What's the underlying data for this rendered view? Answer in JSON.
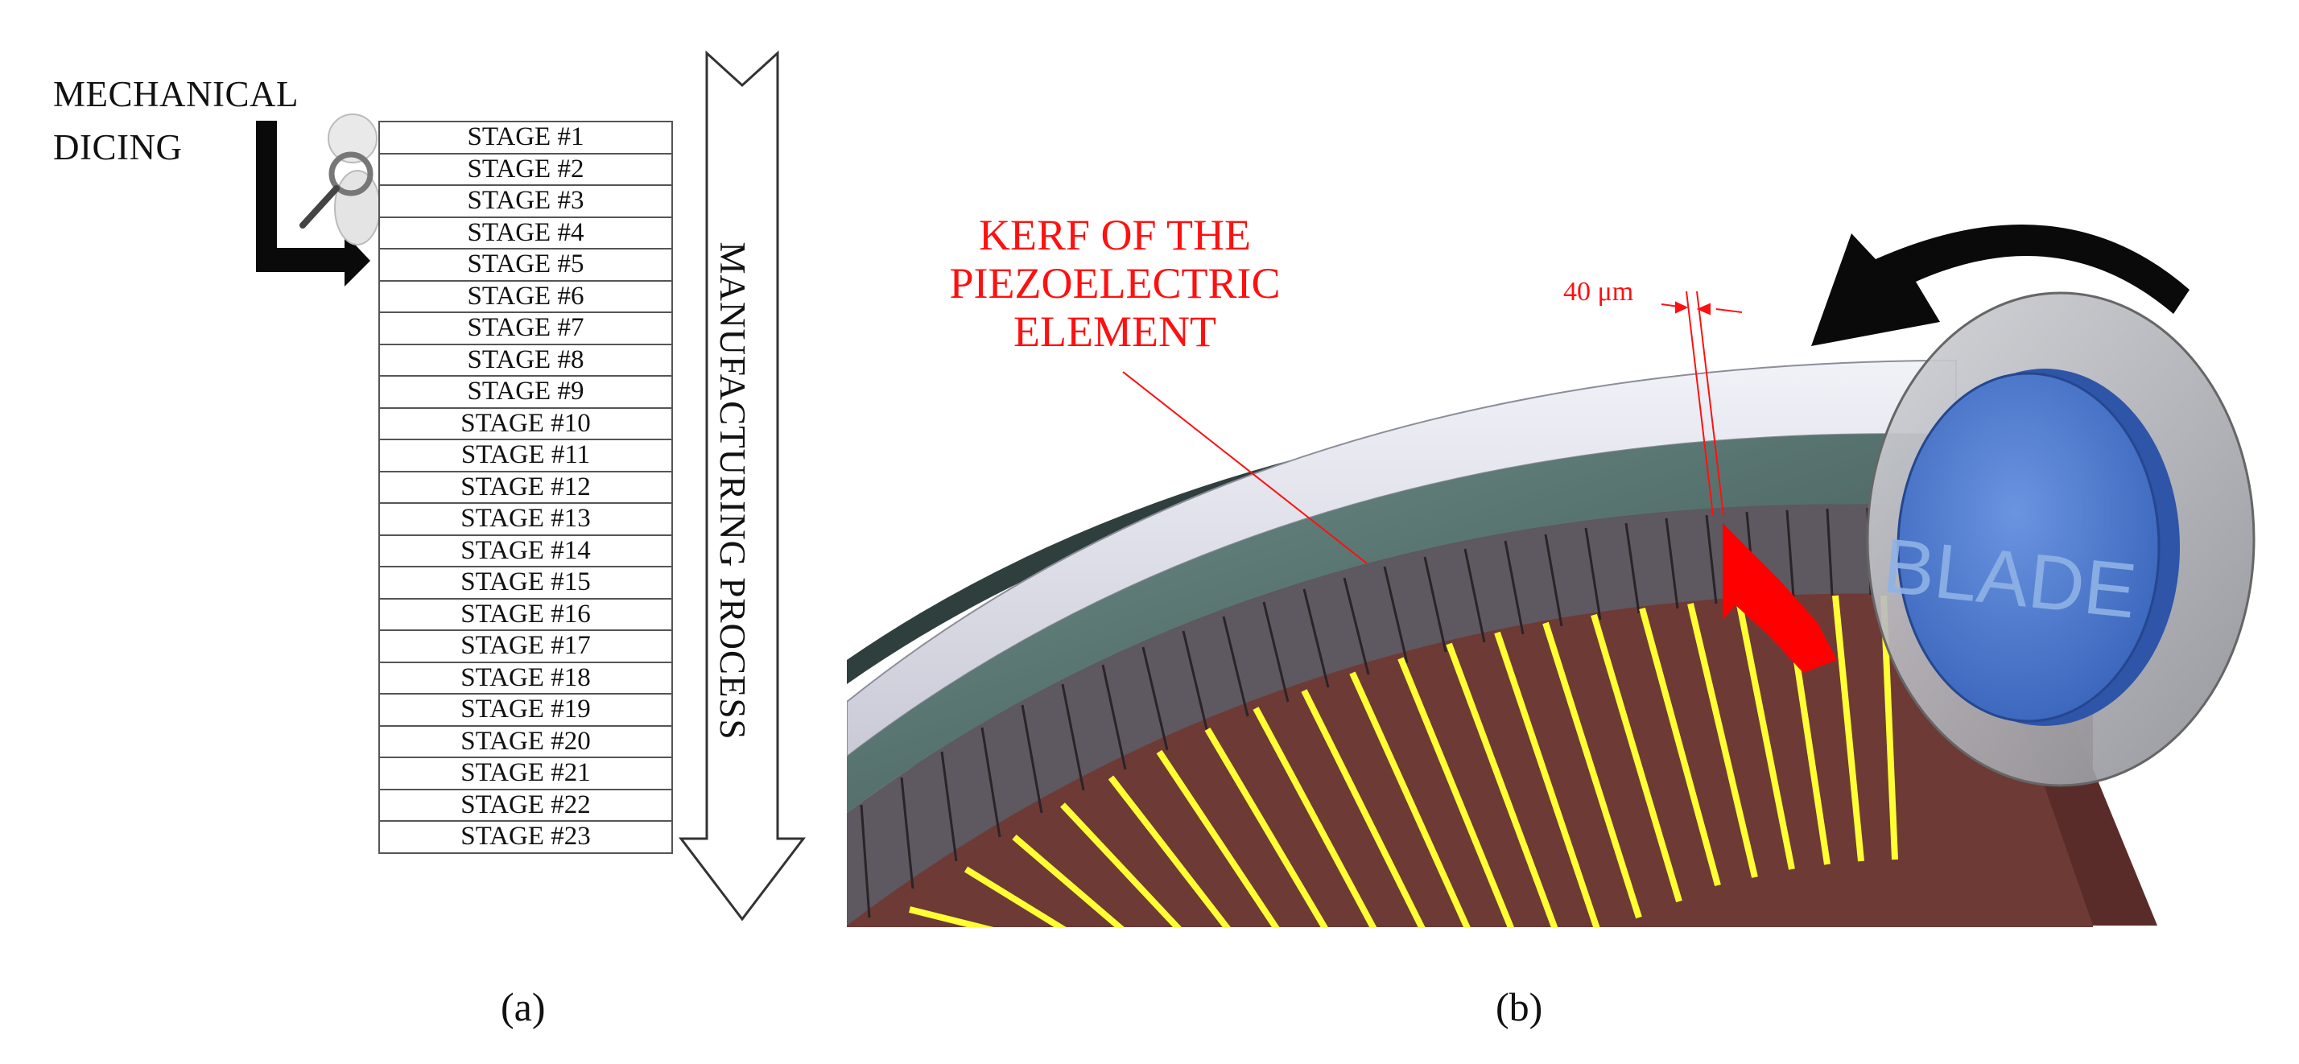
{
  "panel_a": {
    "mechanical_label": [
      "MECHANICAL",
      "DICING"
    ],
    "stages": [
      "STAGE #1",
      "STAGE #2",
      "STAGE #3",
      "STAGE #4",
      "STAGE #5",
      "STAGE #6",
      "STAGE #7",
      "STAGE #8",
      "STAGE #9",
      "STAGE #10",
      "STAGE #11",
      "STAGE #12",
      "STAGE #13",
      "STAGE #14",
      "STAGE #15",
      "STAGE #16",
      "STAGE #17",
      "STAGE #18",
      "STAGE #19",
      "STAGE #20",
      "STAGE #21",
      "STAGE #22",
      "STAGE #23"
    ],
    "process_label": "MANUFACTURING PROCESS",
    "caption": "(a)"
  },
  "panel_b": {
    "kerf_label": [
      "KERF OF THE",
      "PIEZOELECTRIC",
      "ELEMENT"
    ],
    "width_label": "40 μm",
    "blade_label": "BLADE",
    "caption": "(b)"
  },
  "colors": {
    "annotation": "#ff1010",
    "blade": "#3f6fcc",
    "electrodes": "#ffff33",
    "substrate": "#6e3a36",
    "piezo_ring": "#5e7c78"
  }
}
